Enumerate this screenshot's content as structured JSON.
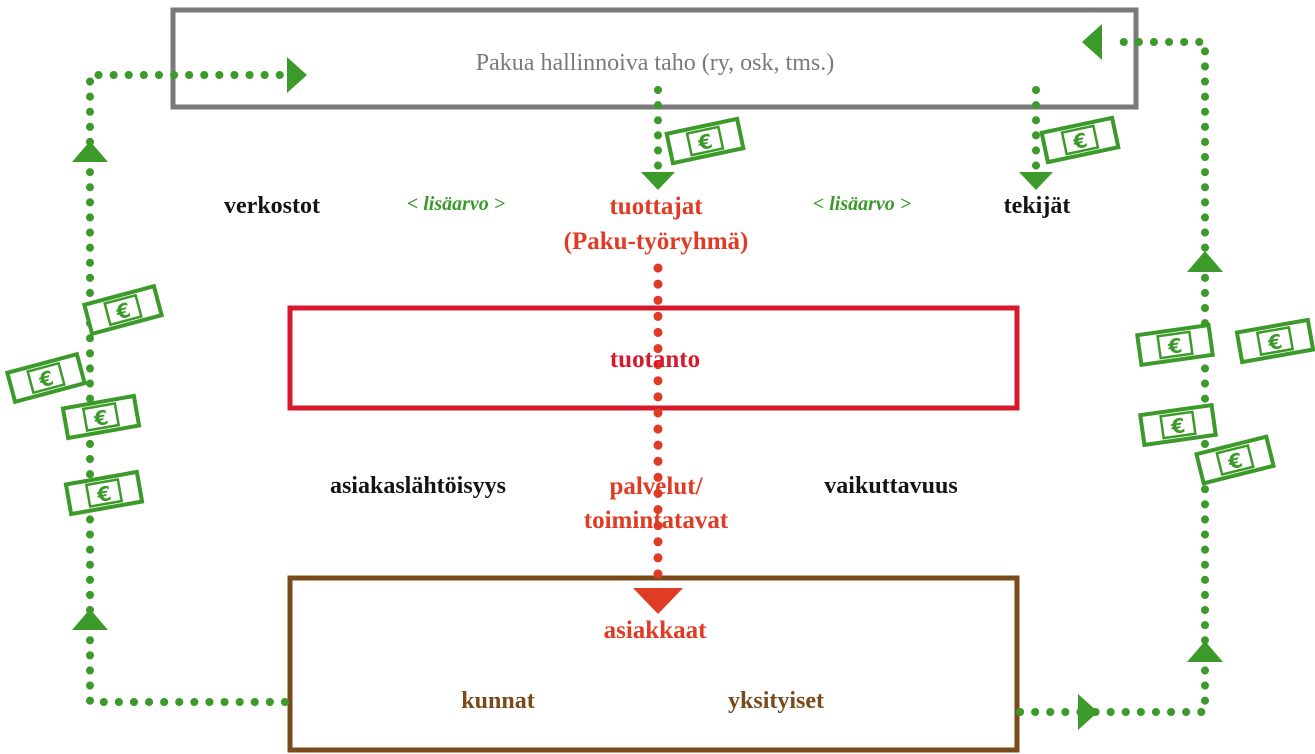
{
  "colors": {
    "green": "#3c9a2a",
    "red": "#e03b24",
    "crimson": "#d7192e",
    "brown": "#7a4a1a",
    "gray": "#7a7a7a",
    "black": "#141414"
  },
  "boxes": {
    "top": {
      "label": "Pakua hallinnoiva taho (ry, osk, tms.)"
    },
    "middle": {
      "label": "tuotanto"
    },
    "bottom": {
      "label": "asiakkaat",
      "left_label": "kunnat",
      "right_label": "yksityiset"
    }
  },
  "row1": {
    "left": "verkostot",
    "left_value": "< lisäarvo >",
    "center_line1": "tuottajat",
    "center_line2": "(Paku-työryhmä)",
    "right_value": "< lisäarvo >",
    "right": "tekijät"
  },
  "row2": {
    "left": "asiakaslähtöisyys",
    "center_line1": "palvelut/",
    "center_line2": "toimintatavat",
    "right": "vaikuttavuus"
  },
  "money": {
    "symbol": "€",
    "icon": "banknote-icon"
  }
}
